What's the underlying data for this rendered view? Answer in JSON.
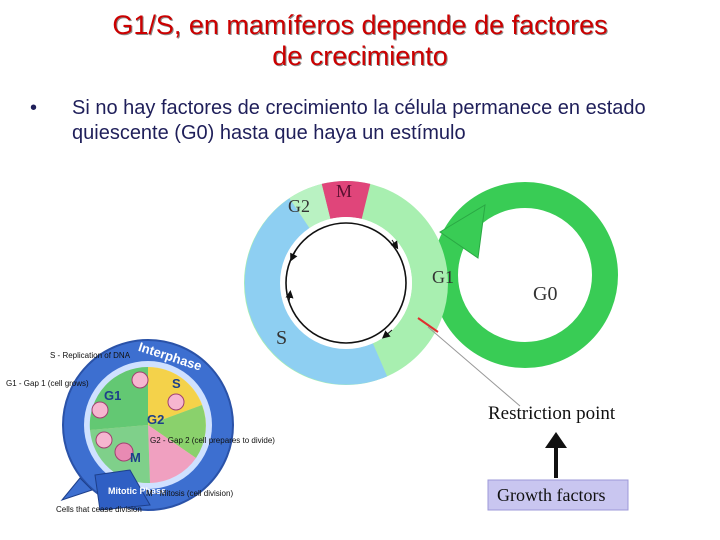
{
  "slide": {
    "title_line1": "G1/S, en mamíferos depende de factores",
    "title_line2": "de crecimiento",
    "bullet_symbol": "•",
    "bullet_text": "Si no hay factores de crecimiento la célula permanece en estado quiescente (G0) hasta que haya un estímulo"
  },
  "cycle_diagram": {
    "phase_labels": {
      "m": "M",
      "g2": "G2",
      "s": "S",
      "g1": "G1",
      "g0": "G0"
    },
    "restriction_point": "Restriction point",
    "growth_factors": "Growth factors",
    "colors": {
      "g1": "#a8efb0",
      "g0": "#39cc55",
      "s": "#8ecff2",
      "m": "#e0457a",
      "restriction_line": "#e03030",
      "growth_box": "#c9c6f0"
    }
  },
  "interphase_diagram": {
    "ring_label": "Interphase",
    "mitotic_label": "Mitotic Phase",
    "phases": {
      "g1": "G1",
      "s": "S",
      "g2": "G2",
      "m": "M"
    },
    "annotations": {
      "s_text": "S - Replication of DNA",
      "g1_text": "G1 - Gap 1 (cell grows)",
      "g2_text": "G2 - Gap 2 (cell prepares to divide)",
      "cease_text": "Cells that cease division",
      "m_text": "M - Mitosis (cell division)"
    }
  }
}
